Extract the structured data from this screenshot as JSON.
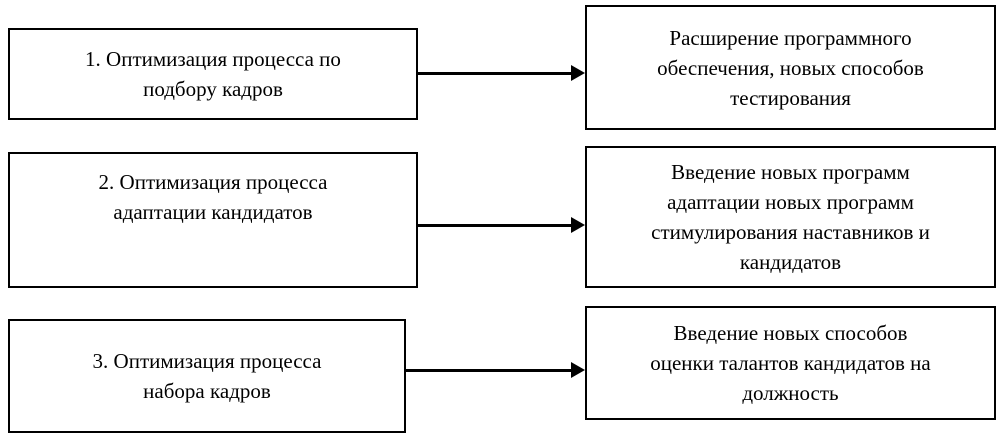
{
  "diagram": {
    "description": "Flow diagram: three HR process optimization measures each leading to a resulting action",
    "colors": {
      "border": "#000000",
      "background": "#ffffff",
      "text": "#000000"
    },
    "rows": [
      {
        "left": "1. Оптимизация процесса по\nподбору кадров",
        "right": "Расширение программного\nобеспечения, новых способов\nтестирования"
      },
      {
        "left": "2. Оптимизация процесса\nадаптации кандидатов",
        "right": "Введение новых программ\nадаптации новых программ\nстимулирования наставников и\nкандидатов"
      },
      {
        "left": "3. Оптимизация процесса\nнабора кадров",
        "right": "Введение новых способов\nоценки талантов кандидатов на\nдолжность"
      }
    ]
  }
}
